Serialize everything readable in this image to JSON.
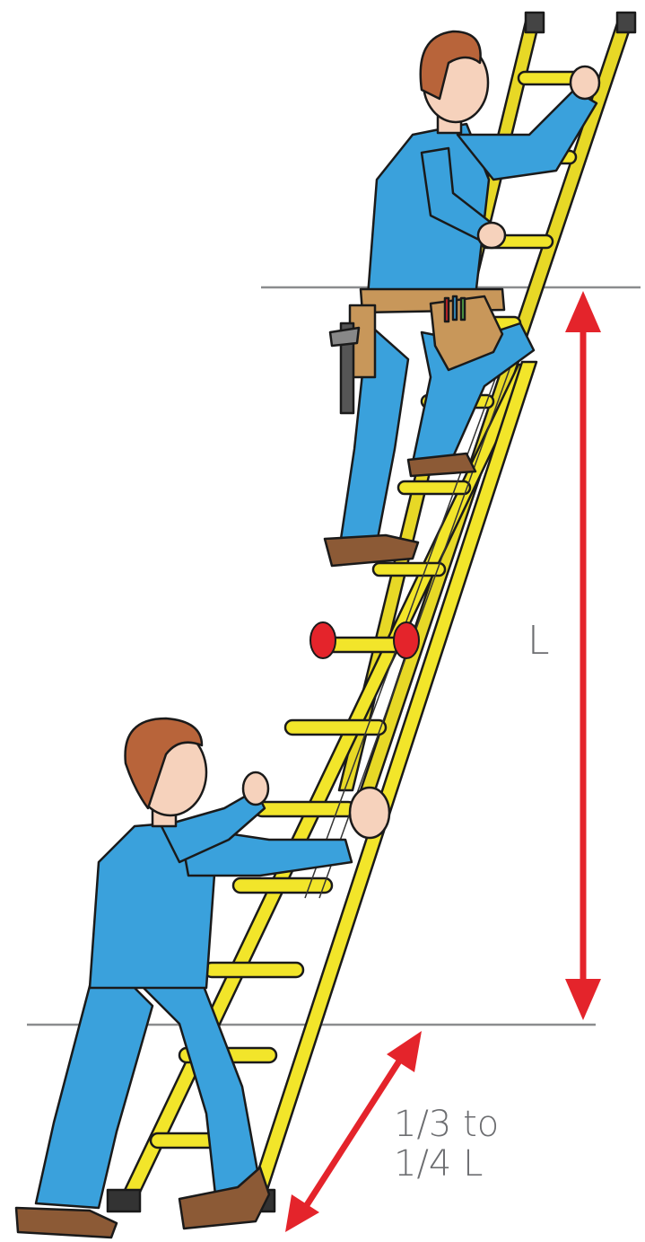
{
  "labels": {
    "length": "L",
    "overlap_line1": "1/3 to",
    "overlap_line2": "1/4 L"
  },
  "colors": {
    "ladder_yellow": "#f2e52a",
    "ladder_outline": "#1a1a1a",
    "overall_blue": "#3aa1dc",
    "hair_brown": "#b8643a",
    "skin": "#f6d2bc",
    "tool_belt": "#c8975a",
    "arrow_red": "#e4242b",
    "guide_line_gray": "#8a8c8e",
    "label_gray": "#6d6e71",
    "pulley_red": "#e4242b"
  },
  "icons": [
    "ladder-icon",
    "worker-climbing-icon",
    "worker-footing-icon",
    "tool-belt-icon",
    "hammer-icon",
    "pulley-icon"
  ]
}
